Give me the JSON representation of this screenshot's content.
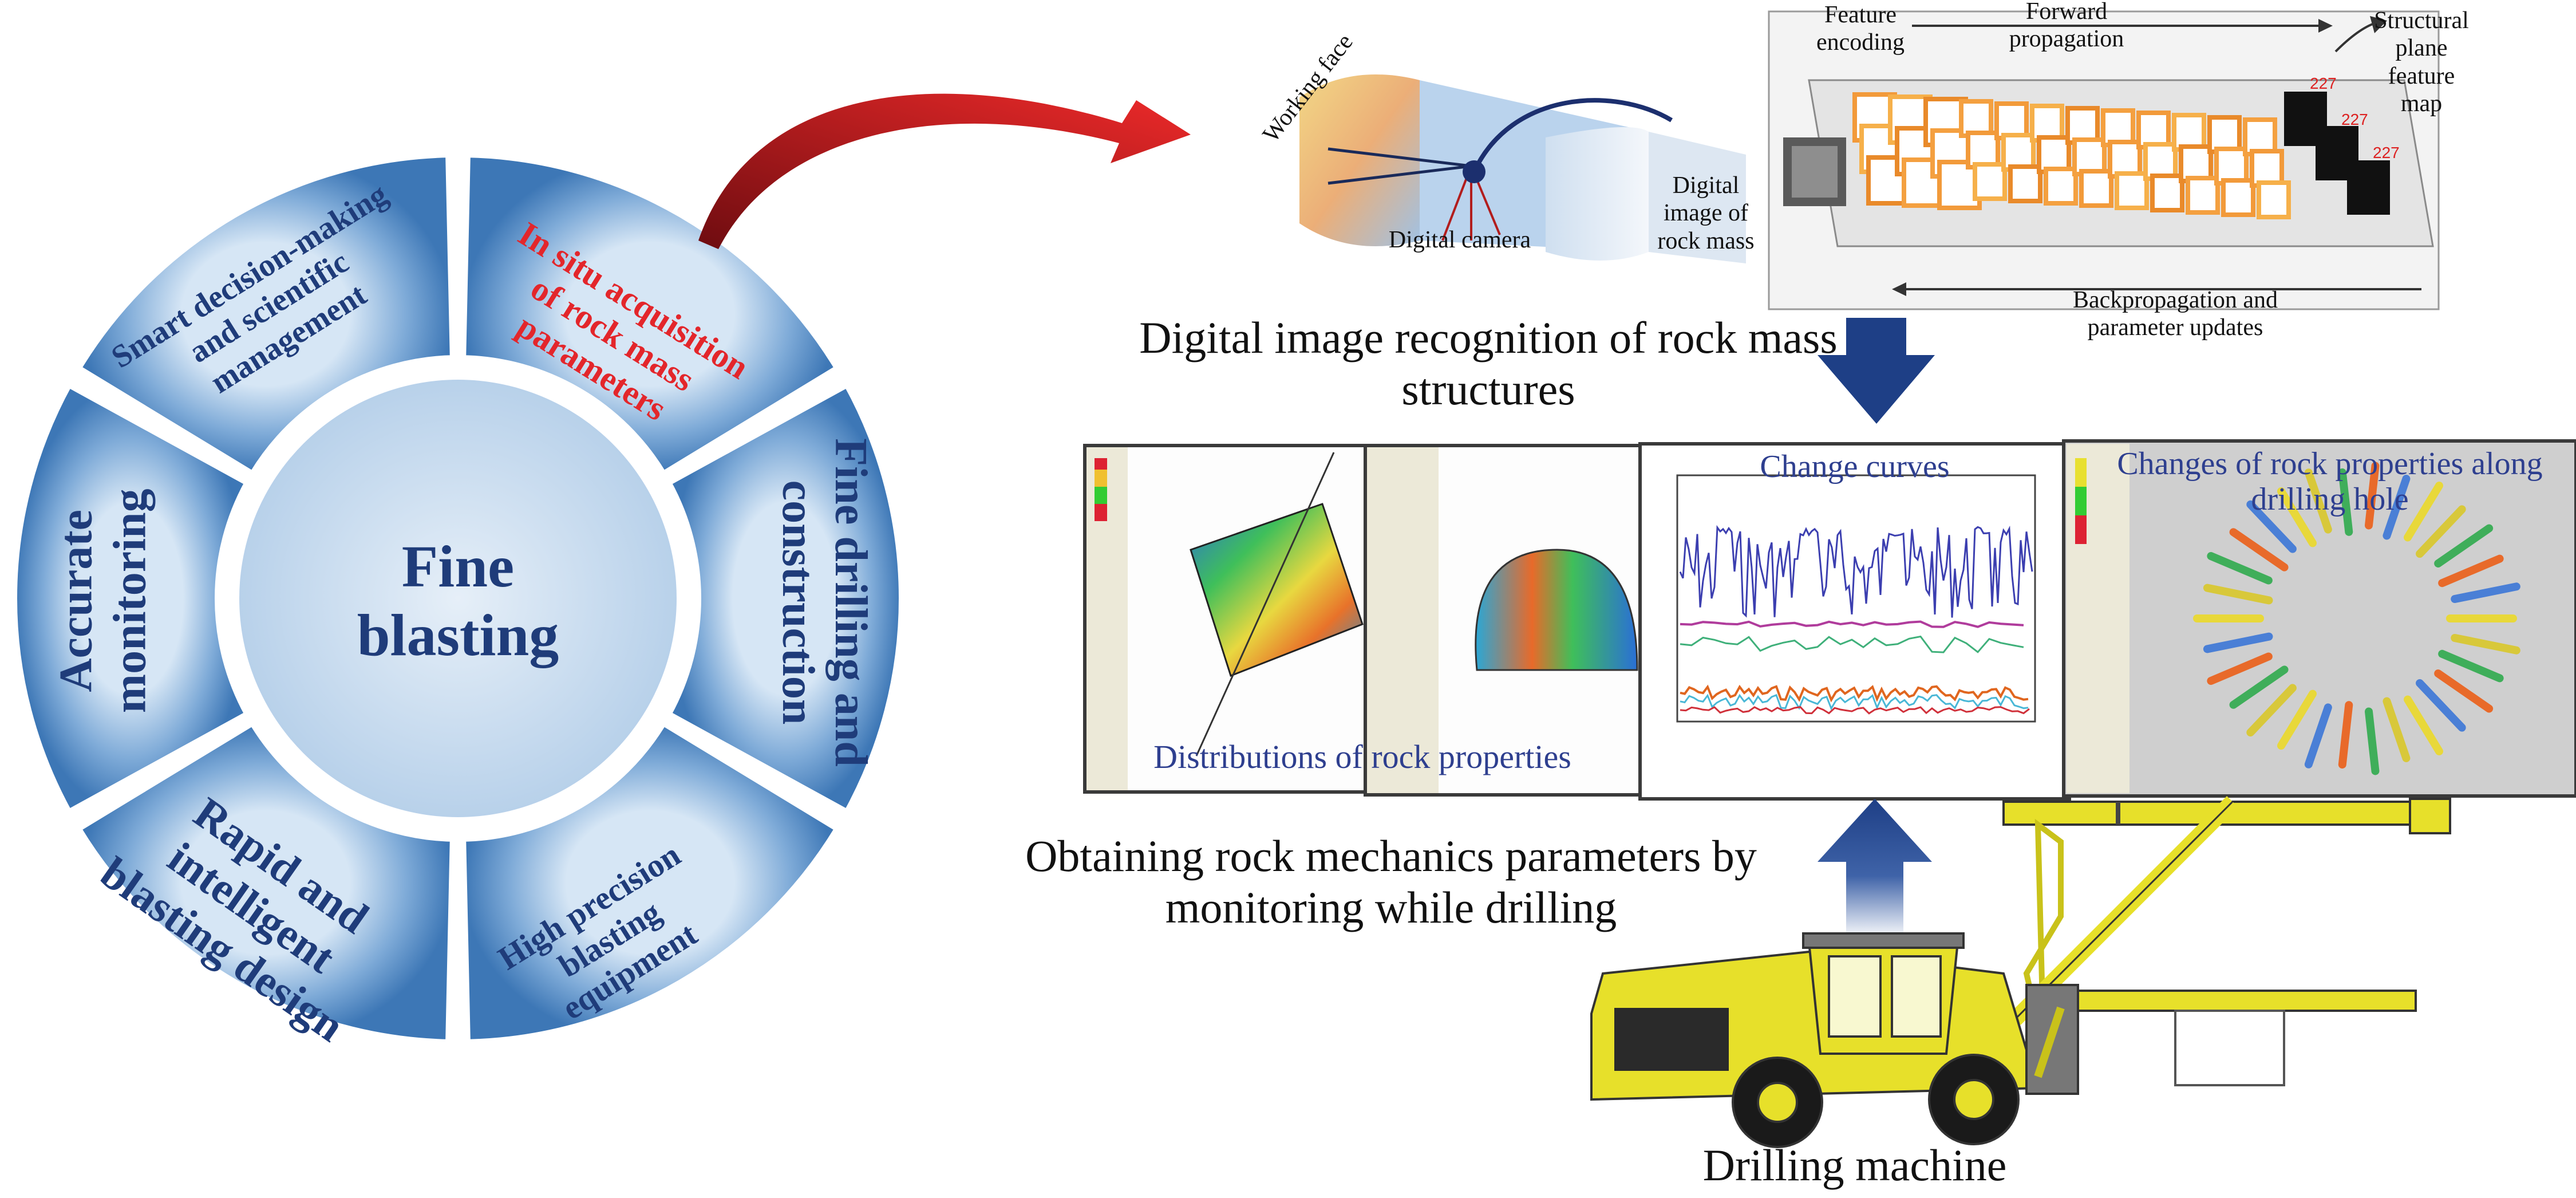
{
  "wheel": {
    "center": "Fine blasting",
    "segments": [
      {
        "label": "In situ acquisition of rock mass parameters",
        "highlight": true
      },
      {
        "label": "Fine drilling and construction",
        "highlight": false
      },
      {
        "label": "High precision blasting equipment",
        "highlight": false
      },
      {
        "label": "Rapid and intelligent blasting design",
        "highlight": false
      },
      {
        "label": "Accurate monitoring",
        "highlight": false
      },
      {
        "label": "Smart decision-making and scientific management",
        "highlight": false
      }
    ]
  },
  "top": {
    "working_face": "Working face",
    "digital_camera": "Digital camera",
    "digital_image": "Digital image of rock mass",
    "feature_encoding": "Feature encoding",
    "forward_propagation": "Forward propagation",
    "structural_map": "Structural plane feature map",
    "backprop": "Backpropagation and parameter updates",
    "cnn_numbers": [
      "227",
      "227",
      "227"
    ]
  },
  "captions": {
    "recognition": "Digital image recognition of rock mass structures",
    "obtaining": "Obtaining rock mechanics parameters by monitoring while drilling",
    "drilling_machine": "Drilling machine"
  },
  "panels": {
    "distributions": "Distributions  of rock properties",
    "change_curves": "Change curves",
    "changes_along": "Changes of rock properties along drilling  hole"
  },
  "colors": {
    "wheel_blue": "#4f86c1",
    "wheel_light": "#c7dcef",
    "highlight_red": "#e3262b",
    "text_navy": "#1f3c7a",
    "arrow_navy": "#1e3f86",
    "machine_yellow": "#e7e02a"
  }
}
